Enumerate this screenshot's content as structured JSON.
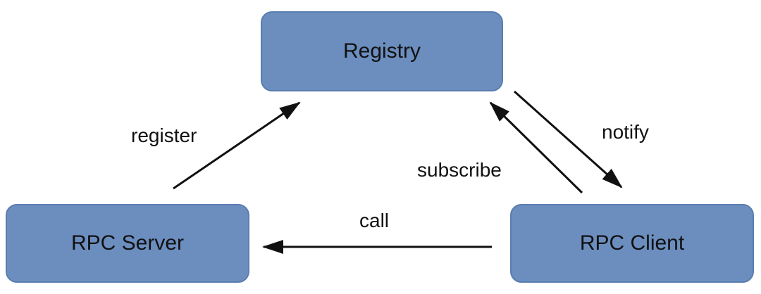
{
  "nodes": {
    "registry": "Registry",
    "server": "RPC Server",
    "client": "RPC Client"
  },
  "edges": {
    "register": "register",
    "notify": "notify",
    "subscribe": "subscribe",
    "call": "call"
  },
  "colors": {
    "node_fill": "#6c8ebf",
    "node_border": "#5a7db0",
    "arrow": "#111111"
  }
}
